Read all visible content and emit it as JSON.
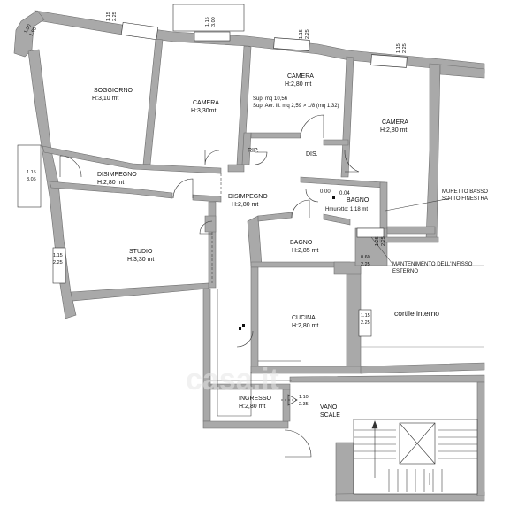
{
  "rooms": {
    "soggiorno": {
      "name": "SOGGIORNO",
      "height": "H:3,10 mt"
    },
    "camera1": {
      "name": "CAMERA",
      "height": "H:3,30mt"
    },
    "camera2": {
      "name": "CAMERA",
      "height": "H:2,80 mt"
    },
    "camera3": {
      "name": "CAMERA",
      "height": "H:2,80 mt"
    },
    "disimpegno1": {
      "name": "DISIMPEGNO",
      "height": "H:2,80 mt"
    },
    "disimpegno2": {
      "name": "DISIMPEGNO",
      "height": "H:2,80 mt"
    },
    "studio": {
      "name": "STUDIO",
      "height": "H:3,30 mt"
    },
    "bagno1": {
      "name": "BAGNO",
      "height": "Hmuretto: 1,18 mt"
    },
    "bagno2": {
      "name": "BAGNO",
      "height": "H:2,85 mt"
    },
    "cucina": {
      "name": "CUCINA",
      "height": "H:2,80 mt"
    },
    "ingresso": {
      "name": "INGRESSO",
      "height": "H:2,80 mt"
    },
    "rip": {
      "name": "RIP."
    },
    "dis": {
      "name": "DIS."
    }
  },
  "surface_note": {
    "line1": "Sup. mq 10,56",
    "line2": "Sup. Aer. ill. mq 2,59 > 1/8 (mq 1,32)"
  },
  "annotations": {
    "muretto_line1": "MURETTO BASSO",
    "muretto_line2": "SOTTO FINESTRA",
    "infisso_line1": "MANTENIMENTO DELL'INFISSO",
    "infisso_line2": "ESTERNO",
    "cortile": "cortile interno",
    "vano_line1": "VANO",
    "vano_line2": "SCALE",
    "level_a": "0.00",
    "level_b": "0.04"
  },
  "window_dims": {
    "d1a": "1.00",
    "d1b": "1.95",
    "d2a": "1.15",
    "d2b": "2.25",
    "d3a": "1.15",
    "d3b": "3.00",
    "d4a": "1.15",
    "d4b": "2.25",
    "d5a": "1.15",
    "d5b": "2.25",
    "d6a": "1.15",
    "d6b": "3.05",
    "d7a": "1.15",
    "d7b": "2.25",
    "d8a": "0.60",
    "d8b": "2.25",
    "d9a": "1.15",
    "d9b": "2.25",
    "d10a": "1.10",
    "d10b": "2.35",
    "d11a": "1.25",
    "d11b": "2.25"
  },
  "watermark": "casa.it",
  "colors": {
    "wall": "#a9a9a9",
    "wall_stroke": "#6e6e6e",
    "line": "#333333"
  }
}
